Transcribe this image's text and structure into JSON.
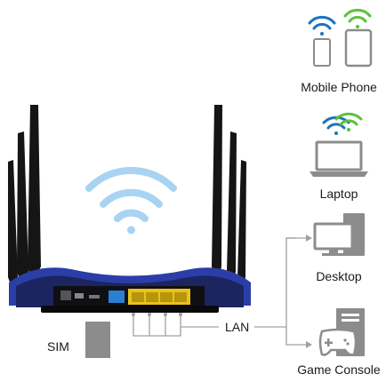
{
  "devices": [
    {
      "id": "mobile",
      "label": "Mobile Phone",
      "icon": "phone-tablet-icon"
    },
    {
      "id": "laptop",
      "label": "Laptop",
      "icon": "laptop-icon"
    },
    {
      "id": "desktop",
      "label": "Desktop",
      "icon": "desktop-monitor-icon"
    },
    {
      "id": "console",
      "label": "Game Console",
      "icon": "game-console-icon"
    }
  ],
  "labels": {
    "lan": "LAN",
    "sim": "SIM"
  },
  "colors": {
    "wifi_blue": "#1e73be",
    "wifi_green": "#5cc23a",
    "wifi_light": "#a9d3f2",
    "router_body": "#1c2560",
    "router_accent": "#2b3ea8",
    "antenna": "#151515",
    "lan_port": "#e9c21a",
    "wan_port": "#2a7fd0",
    "icon_gray": "#8c8c8c",
    "connector_gray": "#a0a0a0"
  }
}
